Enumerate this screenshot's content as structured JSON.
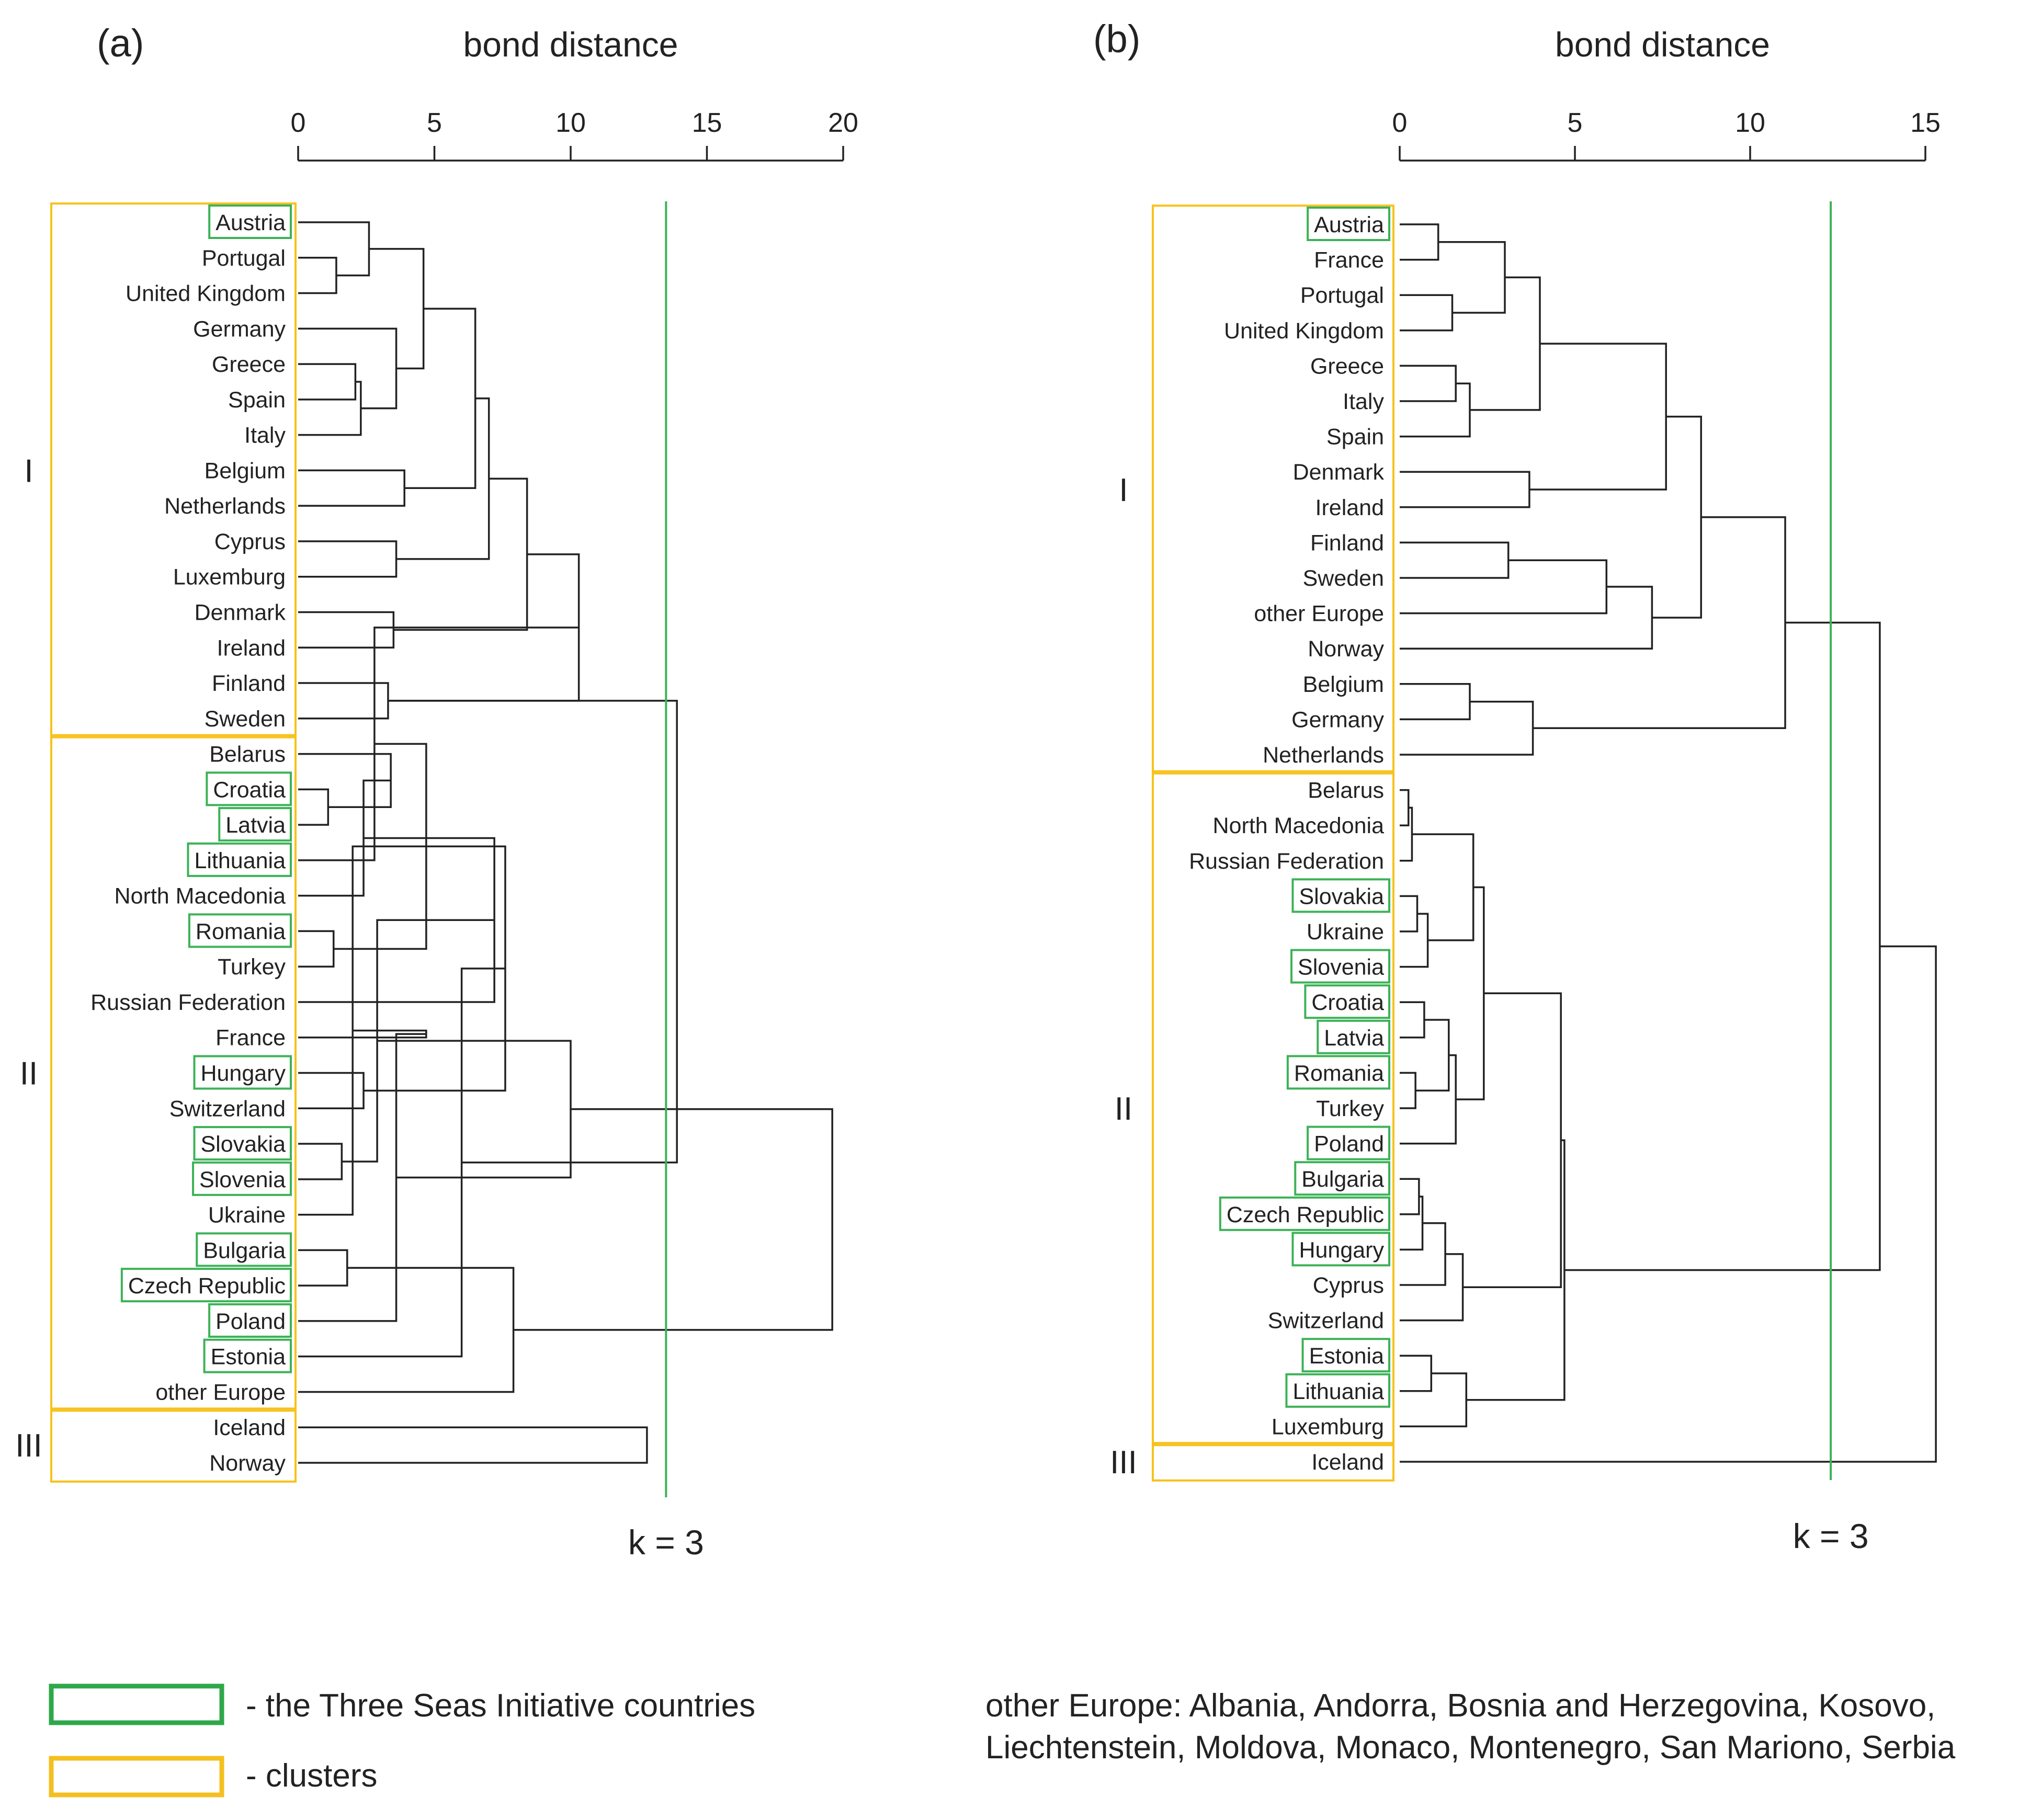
{
  "colors": {
    "three_seas_box": "#3cb257",
    "cluster_box": "#f7c21c",
    "cut_line": "#3cb257",
    "tree": "#222222"
  },
  "panels": [
    {
      "id": "a",
      "label": "(a)",
      "axis_title": "bond distance",
      "ticks": [
        "0",
        "5",
        "10",
        "15",
        "20"
      ],
      "axis_max": 20,
      "cut_value": 13.5,
      "cut_label": "k = 3",
      "countries": [
        {
          "name": "Austria",
          "three_seas": true
        },
        {
          "name": "Portugal",
          "three_seas": false
        },
        {
          "name": "United Kingdom",
          "three_seas": false
        },
        {
          "name": "Germany",
          "three_seas": false
        },
        {
          "name": "Greece",
          "three_seas": false
        },
        {
          "name": "Spain",
          "three_seas": false
        },
        {
          "name": "Italy",
          "three_seas": false
        },
        {
          "name": "Belgium",
          "three_seas": false
        },
        {
          "name": "Netherlands",
          "three_seas": false
        },
        {
          "name": "Cyprus",
          "three_seas": false
        },
        {
          "name": "Luxemburg",
          "three_seas": false
        },
        {
          "name": "Denmark",
          "three_seas": false
        },
        {
          "name": "Ireland",
          "three_seas": false
        },
        {
          "name": "Finland",
          "three_seas": false
        },
        {
          "name": "Sweden",
          "three_seas": false
        },
        {
          "name": "Belarus",
          "three_seas": false
        },
        {
          "name": "Croatia",
          "three_seas": true
        },
        {
          "name": "Latvia",
          "three_seas": true
        },
        {
          "name": "Lithuania",
          "three_seas": true
        },
        {
          "name": "North Macedonia",
          "three_seas": false
        },
        {
          "name": "Romania",
          "three_seas": true
        },
        {
          "name": "Turkey",
          "three_seas": false
        },
        {
          "name": "Russian Federation",
          "three_seas": false
        },
        {
          "name": "France",
          "three_seas": false
        },
        {
          "name": "Hungary",
          "three_seas": true
        },
        {
          "name": "Switzerland",
          "three_seas": false
        },
        {
          "name": "Slovakia",
          "three_seas": true
        },
        {
          "name": "Slovenia",
          "three_seas": true
        },
        {
          "name": "Ukraine",
          "three_seas": false
        },
        {
          "name": "Bulgaria",
          "three_seas": true
        },
        {
          "name": "Czech Republic",
          "three_seas": true
        },
        {
          "name": "Poland",
          "three_seas": true
        },
        {
          "name": "Estonia",
          "three_seas": true
        },
        {
          "name": "other Europe",
          "three_seas": false
        },
        {
          "name": "Iceland",
          "three_seas": false
        },
        {
          "name": "Norway",
          "three_seas": false
        }
      ],
      "clusters": [
        {
          "label": "I",
          "first": 0,
          "last": 14
        },
        {
          "label": "II",
          "first": 15,
          "last": 33
        },
        {
          "label": "III",
          "first": 34,
          "last": 35
        }
      ],
      "merges": [
        [
          1,
          2,
          1.4
        ],
        [
          0,
          36,
          2.6
        ],
        [
          4,
          5,
          2.1
        ],
        [
          38,
          6,
          2.3
        ],
        [
          3,
          39,
          3.6
        ],
        [
          37,
          40,
          4.6
        ],
        [
          7,
          8,
          3.9
        ],
        [
          41,
          42,
          6.5
        ],
        [
          9,
          10,
          3.6
        ],
        [
          43,
          44,
          7.0
        ],
        [
          11,
          12,
          3.5
        ],
        [
          45,
          46,
          8.4
        ],
        [
          13,
          14,
          3.3
        ],
        [
          47,
          48,
          10.3
        ],
        [
          16,
          17,
          1.1
        ],
        [
          49,
          18,
          2.8
        ],
        [
          15,
          50,
          3.4
        ],
        [
          20,
          21,
          1.3
        ],
        [
          19,
          52,
          2.4
        ],
        [
          51,
          53,
          4.7
        ],
        [
          54,
          22,
          7.2
        ],
        [
          26,
          27,
          1.6
        ],
        [
          55,
          28,
          2.0
        ],
        [
          24,
          25,
          2.4
        ],
        [
          57,
          56,
          2.9
        ],
        [
          23,
          58,
          4.7
        ],
        [
          55,
          59,
          7.6
        ],
        [
          29,
          30,
          1.8
        ],
        [
          61,
          31,
          3.6
        ],
        [
          62,
          32,
          6.0
        ],
        [
          63,
          33,
          7.9
        ],
        [
          60,
          64,
          10.0
        ],
        [
          65,
          48,
          13.9
        ],
        [
          34,
          35,
          12.8
        ],
        [
          66,
          67,
          19.6
        ]
      ]
    },
    {
      "id": "b",
      "label": "(b)",
      "axis_title": "bond distance",
      "ticks": [
        "0",
        "5",
        "10",
        "15"
      ],
      "axis_max": 15,
      "cut_value": 12.3,
      "cut_label": "k = 3",
      "countries": [
        {
          "name": "Austria",
          "three_seas": true
        },
        {
          "name": "France",
          "three_seas": false
        },
        {
          "name": "Portugal",
          "three_seas": false
        },
        {
          "name": "United Kingdom",
          "three_seas": false
        },
        {
          "name": "Greece",
          "three_seas": false
        },
        {
          "name": "Italy",
          "three_seas": false
        },
        {
          "name": "Spain",
          "three_seas": false
        },
        {
          "name": "Denmark",
          "three_seas": false
        },
        {
          "name": "Ireland",
          "three_seas": false
        },
        {
          "name": "Finland",
          "three_seas": false
        },
        {
          "name": "Sweden",
          "three_seas": false
        },
        {
          "name": "other Europe",
          "three_seas": false
        },
        {
          "name": "Norway",
          "three_seas": false
        },
        {
          "name": "Belgium",
          "three_seas": false
        },
        {
          "name": "Germany",
          "three_seas": false
        },
        {
          "name": "Netherlands",
          "three_seas": false
        },
        {
          "name": "Belarus",
          "three_seas": false
        },
        {
          "name": "North Macedonia",
          "three_seas": false
        },
        {
          "name": "Russian Federation",
          "three_seas": false
        },
        {
          "name": "Slovakia",
          "three_seas": true
        },
        {
          "name": "Ukraine",
          "three_seas": false
        },
        {
          "name": "Slovenia",
          "three_seas": true
        },
        {
          "name": "Croatia",
          "three_seas": true
        },
        {
          "name": "Latvia",
          "three_seas": true
        },
        {
          "name": "Romania",
          "three_seas": true
        },
        {
          "name": "Turkey",
          "three_seas": false
        },
        {
          "name": "Poland",
          "three_seas": true
        },
        {
          "name": "Bulgaria",
          "three_seas": true
        },
        {
          "name": "Czech Republic",
          "three_seas": true
        },
        {
          "name": "Hungary",
          "three_seas": true
        },
        {
          "name": "Cyprus",
          "three_seas": false
        },
        {
          "name": "Switzerland",
          "three_seas": false
        },
        {
          "name": "Estonia",
          "three_seas": true
        },
        {
          "name": "Lithuania",
          "three_seas": true
        },
        {
          "name": "Luxemburg",
          "three_seas": false
        },
        {
          "name": "Iceland",
          "three_seas": false
        }
      ],
      "clusters": [
        {
          "label": "I",
          "first": 0,
          "last": 15
        },
        {
          "label": "II",
          "first": 16,
          "last": 34
        },
        {
          "label": "III",
          "first": 35,
          "last": 35
        }
      ],
      "merges": [
        [
          0,
          1,
          1.1
        ],
        [
          2,
          3,
          1.5
        ],
        [
          36,
          37,
          3.0
        ],
        [
          4,
          5,
          1.6
        ],
        [
          39,
          6,
          2.0
        ],
        [
          38,
          40,
          4.0
        ],
        [
          7,
          8,
          3.7
        ],
        [
          41,
          42,
          7.6
        ],
        [
          9,
          10,
          3.1
        ],
        [
          44,
          11,
          5.9
        ],
        [
          45,
          12,
          7.2
        ],
        [
          43,
          46,
          8.6
        ],
        [
          13,
          14,
          2.0
        ],
        [
          48,
          15,
          3.8
        ],
        [
          47,
          49,
          11.0
        ],
        [
          16,
          17,
          0.25
        ],
        [
          51,
          18,
          0.35
        ],
        [
          19,
          20,
          0.5
        ],
        [
          53,
          21,
          0.8
        ],
        [
          52,
          54,
          2.1
        ],
        [
          22,
          23,
          0.7
        ],
        [
          24,
          25,
          0.45
        ],
        [
          56,
          57,
          1.4
        ],
        [
          58,
          26,
          1.6
        ],
        [
          55,
          59,
          2.4
        ],
        [
          27,
          28,
          0.55
        ],
        [
          61,
          29,
          0.65
        ],
        [
          62,
          30,
          1.3
        ],
        [
          63,
          31,
          1.8
        ],
        [
          60,
          64,
          4.6
        ],
        [
          32,
          33,
          0.9
        ],
        [
          66,
          34,
          1.9
        ],
        [
          65,
          67,
          4.7
        ],
        [
          50,
          68,
          13.7
        ],
        [
          69,
          35,
          15.3
        ]
      ]
    }
  ],
  "legend": {
    "three_seas_label": "- the Three Seas Initiative countries",
    "clusters_label": "- clusters",
    "note_line1": "other Europe: Albania, Andorra, Bosnia and Herzegovina, Kosovo,",
    "note_line2": "Liechtenstein, Moldova, Monaco, Montenegro, San Mariono, Serbia"
  }
}
